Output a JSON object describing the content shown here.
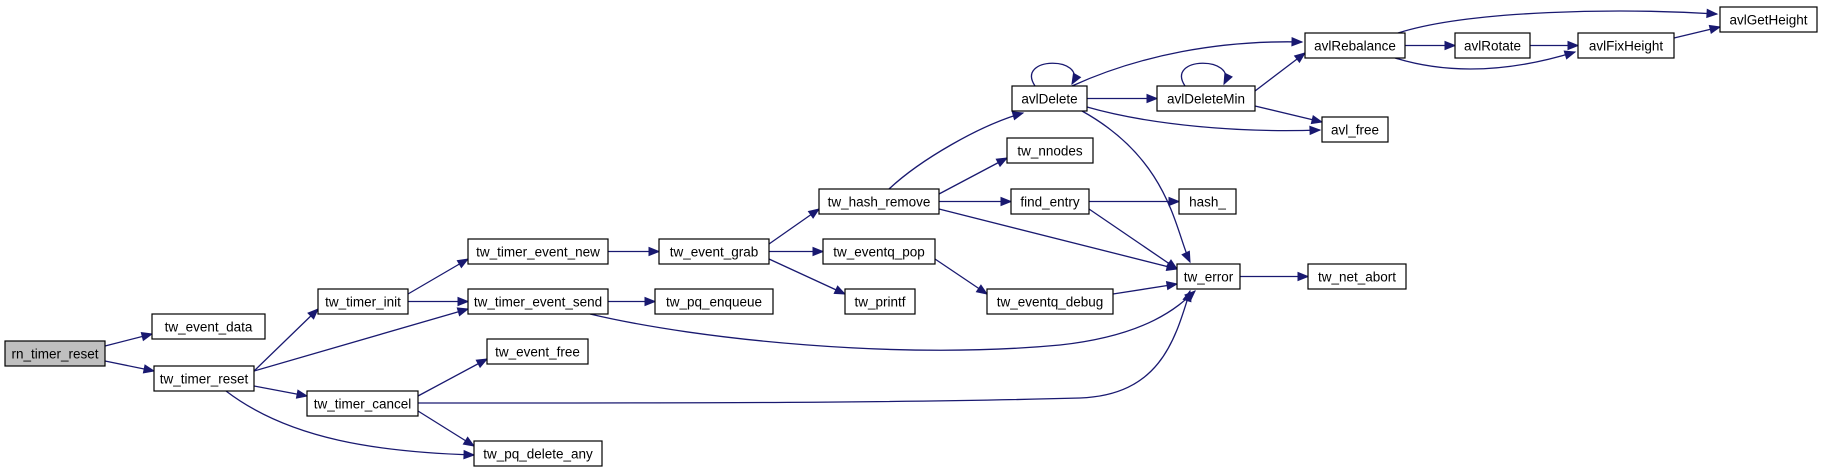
{
  "diagram": {
    "colors": {
      "edge": "#191970",
      "node_border": "#000000",
      "root_fill": "#bfbfbf",
      "node_fill": "#ffffff"
    },
    "nodes": [
      {
        "id": "rn_timer_reset",
        "label": "rn_timer_reset"
      },
      {
        "id": "tw_event_data",
        "label": "tw_event_data"
      },
      {
        "id": "tw_timer_reset",
        "label": "tw_timer_reset"
      },
      {
        "id": "tw_timer_init",
        "label": "tw_timer_init"
      },
      {
        "id": "tw_timer_event_new",
        "label": "tw_timer_event_new"
      },
      {
        "id": "tw_timer_event_send",
        "label": "tw_timer_event_send"
      },
      {
        "id": "tw_event_free",
        "label": "tw_event_free"
      },
      {
        "id": "tw_timer_cancel",
        "label": "tw_timer_cancel"
      },
      {
        "id": "tw_pq_delete_any",
        "label": "tw_pq_delete_any"
      },
      {
        "id": "tw_event_grab",
        "label": "tw_event_grab"
      },
      {
        "id": "tw_pq_enqueue",
        "label": "tw_pq_enqueue"
      },
      {
        "id": "tw_hash_remove",
        "label": "tw_hash_remove"
      },
      {
        "id": "tw_eventq_pop",
        "label": "tw_eventq_pop"
      },
      {
        "id": "tw_printf",
        "label": "tw_printf"
      },
      {
        "id": "avlDelete",
        "label": "avlDelete"
      },
      {
        "id": "tw_nnodes",
        "label": "tw_nnodes"
      },
      {
        "id": "find_entry",
        "label": "find_entry"
      },
      {
        "id": "tw_eventq_debug",
        "label": "tw_eventq_debug"
      },
      {
        "id": "avlDeleteMin",
        "label": "avlDeleteMin"
      },
      {
        "id": "hash_",
        "label": "hash_"
      },
      {
        "id": "tw_error",
        "label": "tw_error"
      },
      {
        "id": "avlRebalance",
        "label": "avlRebalance"
      },
      {
        "id": "avl_free",
        "label": "avl_free"
      },
      {
        "id": "tw_net_abort",
        "label": "tw_net_abort"
      },
      {
        "id": "avlRotate",
        "label": "avlRotate"
      },
      {
        "id": "avlFixHeight",
        "label": "avlFixHeight"
      },
      {
        "id": "avlGetHeight",
        "label": "avlGetHeight"
      }
    ],
    "edges": [
      {
        "from": "rn_timer_reset",
        "to": "tw_event_data"
      },
      {
        "from": "rn_timer_reset",
        "to": "tw_timer_reset"
      },
      {
        "from": "tw_timer_reset",
        "to": "tw_timer_init"
      },
      {
        "from": "tw_timer_reset",
        "to": "tw_timer_event_send"
      },
      {
        "from": "tw_timer_reset",
        "to": "tw_timer_cancel"
      },
      {
        "from": "tw_timer_reset",
        "to": "tw_pq_delete_any"
      },
      {
        "from": "tw_timer_init",
        "to": "tw_timer_event_new"
      },
      {
        "from": "tw_timer_init",
        "to": "tw_timer_event_send"
      },
      {
        "from": "tw_timer_cancel",
        "to": "tw_event_free"
      },
      {
        "from": "tw_timer_cancel",
        "to": "tw_pq_delete_any"
      },
      {
        "from": "tw_timer_cancel",
        "to": "tw_error"
      },
      {
        "from": "tw_timer_event_new",
        "to": "tw_event_grab"
      },
      {
        "from": "tw_timer_event_send",
        "to": "tw_pq_enqueue"
      },
      {
        "from": "tw_timer_event_send",
        "to": "tw_error"
      },
      {
        "from": "tw_event_grab",
        "to": "tw_hash_remove"
      },
      {
        "from": "tw_event_grab",
        "to": "tw_eventq_pop"
      },
      {
        "from": "tw_event_grab",
        "to": "tw_printf"
      },
      {
        "from": "tw_hash_remove",
        "to": "avlDelete"
      },
      {
        "from": "tw_hash_remove",
        "to": "tw_nnodes"
      },
      {
        "from": "tw_hash_remove",
        "to": "find_entry"
      },
      {
        "from": "tw_hash_remove",
        "to": "tw_error"
      },
      {
        "from": "tw_eventq_pop",
        "to": "tw_eventq_debug"
      },
      {
        "from": "tw_eventq_debug",
        "to": "tw_error"
      },
      {
        "from": "find_entry",
        "to": "hash_"
      },
      {
        "from": "find_entry",
        "to": "tw_error"
      },
      {
        "from": "avlDelete",
        "to": "avlDelete"
      },
      {
        "from": "avlDelete",
        "to": "avlDeleteMin"
      },
      {
        "from": "avlDelete",
        "to": "avlRebalance"
      },
      {
        "from": "avlDelete",
        "to": "avl_free"
      },
      {
        "from": "avlDelete",
        "to": "tw_error"
      },
      {
        "from": "avlDeleteMin",
        "to": "avlDeleteMin"
      },
      {
        "from": "avlDeleteMin",
        "to": "avlRebalance"
      },
      {
        "from": "avlDeleteMin",
        "to": "avl_free"
      },
      {
        "from": "avlRebalance",
        "to": "avlRotate"
      },
      {
        "from": "avlRebalance",
        "to": "avlFixHeight"
      },
      {
        "from": "avlRebalance",
        "to": "avlGetHeight"
      },
      {
        "from": "avlRotate",
        "to": "avlFixHeight"
      },
      {
        "from": "avlFixHeight",
        "to": "avlGetHeight"
      },
      {
        "from": "tw_error",
        "to": "tw_net_abort"
      }
    ]
  }
}
